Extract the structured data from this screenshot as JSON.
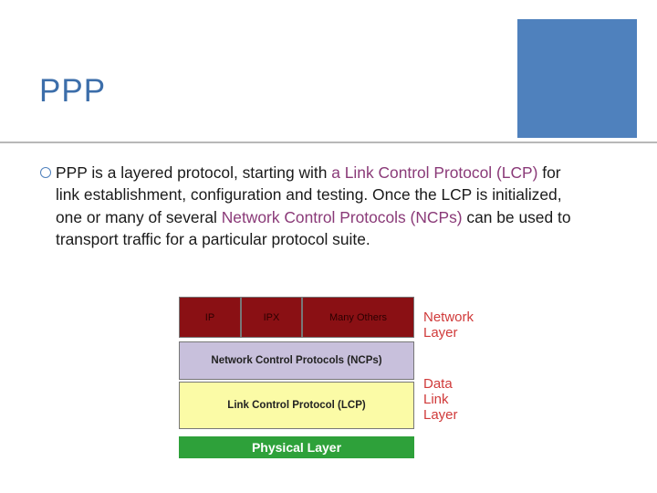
{
  "slide": {
    "title": "PPP",
    "bullet": {
      "part1": "PPP is a layered protocol, starting with ",
      "highlight1": "a Link Control Protocol (LCP)",
      "part2": " for link establishment, configuration and testing. Once the LCP is initialized, one or many of several ",
      "highlight2": "Network Control Protocols (NCPs)",
      "part3": " can be used to transport traffic for a particular protocol suite."
    }
  },
  "diagram": {
    "network_cells": [
      "IP",
      "IPX",
      "Many Others"
    ],
    "ncp_label": "Network Control Protocols (NCPs)",
    "lcp_label": "Link Control Protocol (LCP)",
    "physical_label": "Physical Layer",
    "network_layer_label": "Network Layer",
    "data_link_layer_label": "Data Link Layer"
  },
  "colors": {
    "accent": "#4f81bd",
    "title": "#3c6eaa",
    "highlight": "#8a3a78",
    "network_layer": "#8a1014",
    "ncp": "#c8c0dc",
    "lcp": "#fbfba6",
    "physical": "#2ea13a",
    "layer_label": "#d03a3a"
  }
}
